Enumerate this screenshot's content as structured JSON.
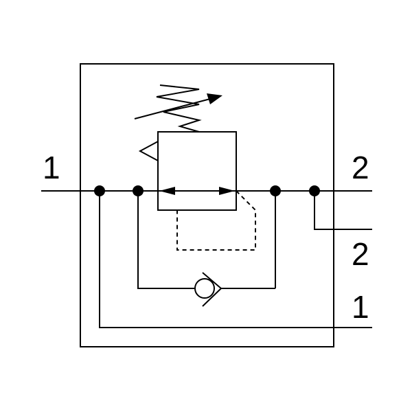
{
  "diagram": {
    "ports": {
      "inlet_left": "1",
      "outlet_right": "2",
      "outlet_right_lower": "2",
      "inlet_right_lower": "1"
    },
    "colors": {
      "line": "#000000",
      "background": "#ffffff"
    },
    "components": [
      "pressure-regulator-valve",
      "adjustable-spring",
      "check-valve",
      "pilot-line",
      "junction-dots"
    ]
  }
}
